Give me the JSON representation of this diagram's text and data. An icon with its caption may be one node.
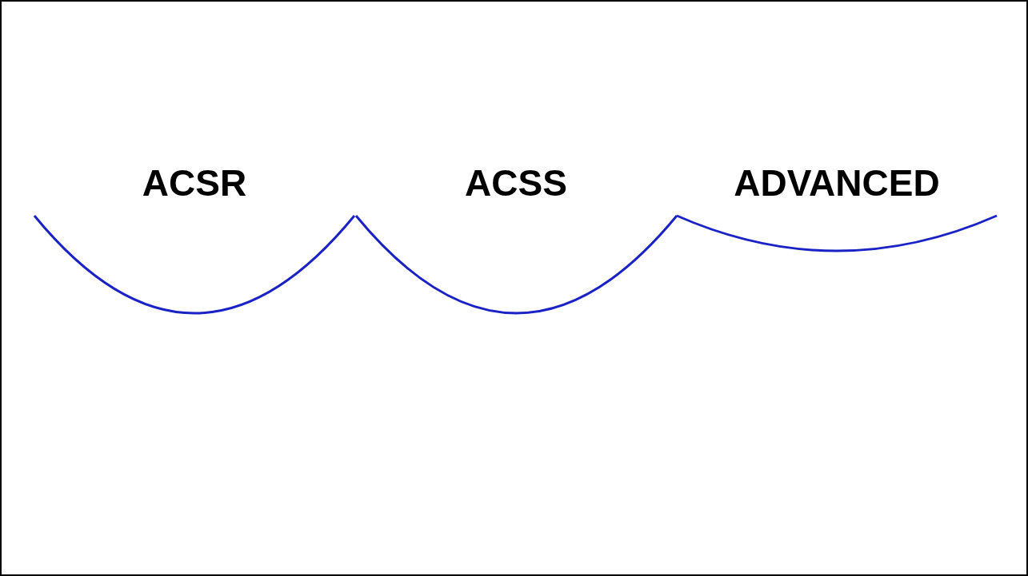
{
  "diagram": {
    "labels": [
      "ACSR",
      "ACSS",
      "ADVANCED"
    ]
  }
}
